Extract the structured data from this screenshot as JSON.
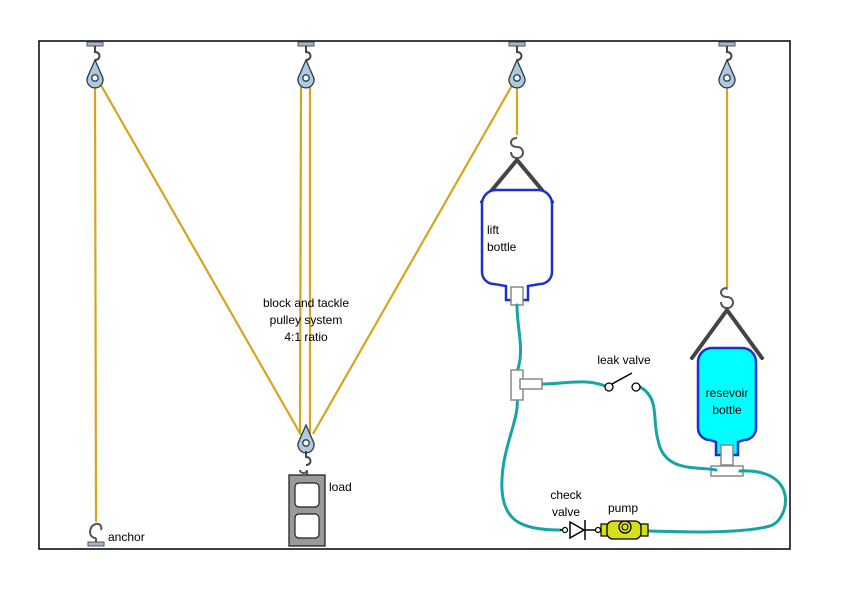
{
  "labels": {
    "system_title": [
      "block and tackle",
      "pulley system",
      "4:1 ratio"
    ],
    "lift_bottle": [
      "lift",
      "bottle"
    ],
    "reservoir_bottle": [
      "resevoir",
      "bottle"
    ],
    "load": "load",
    "anchor": "anchor",
    "leak_valve": "leak valve",
    "check_valve": [
      "check",
      "valve"
    ],
    "pump": "pump"
  },
  "colors": {
    "rope": "#d4a51d",
    "tube": "#17a4a4",
    "lift_bottle_outline": "#1a2fd6",
    "reservoir_fill": "#00ffff",
    "pump_fill": "#d5e01a",
    "pulley_fill": "#aec9dd",
    "metal": "#888888"
  },
  "icons": {
    "pulley": "pulley-icon",
    "hook": "s-hook-icon",
    "load_block": "cinder-block-icon",
    "valve": "switch-valve-icon",
    "check_valve": "diode-check-valve-icon",
    "pump": "pump-icon"
  }
}
